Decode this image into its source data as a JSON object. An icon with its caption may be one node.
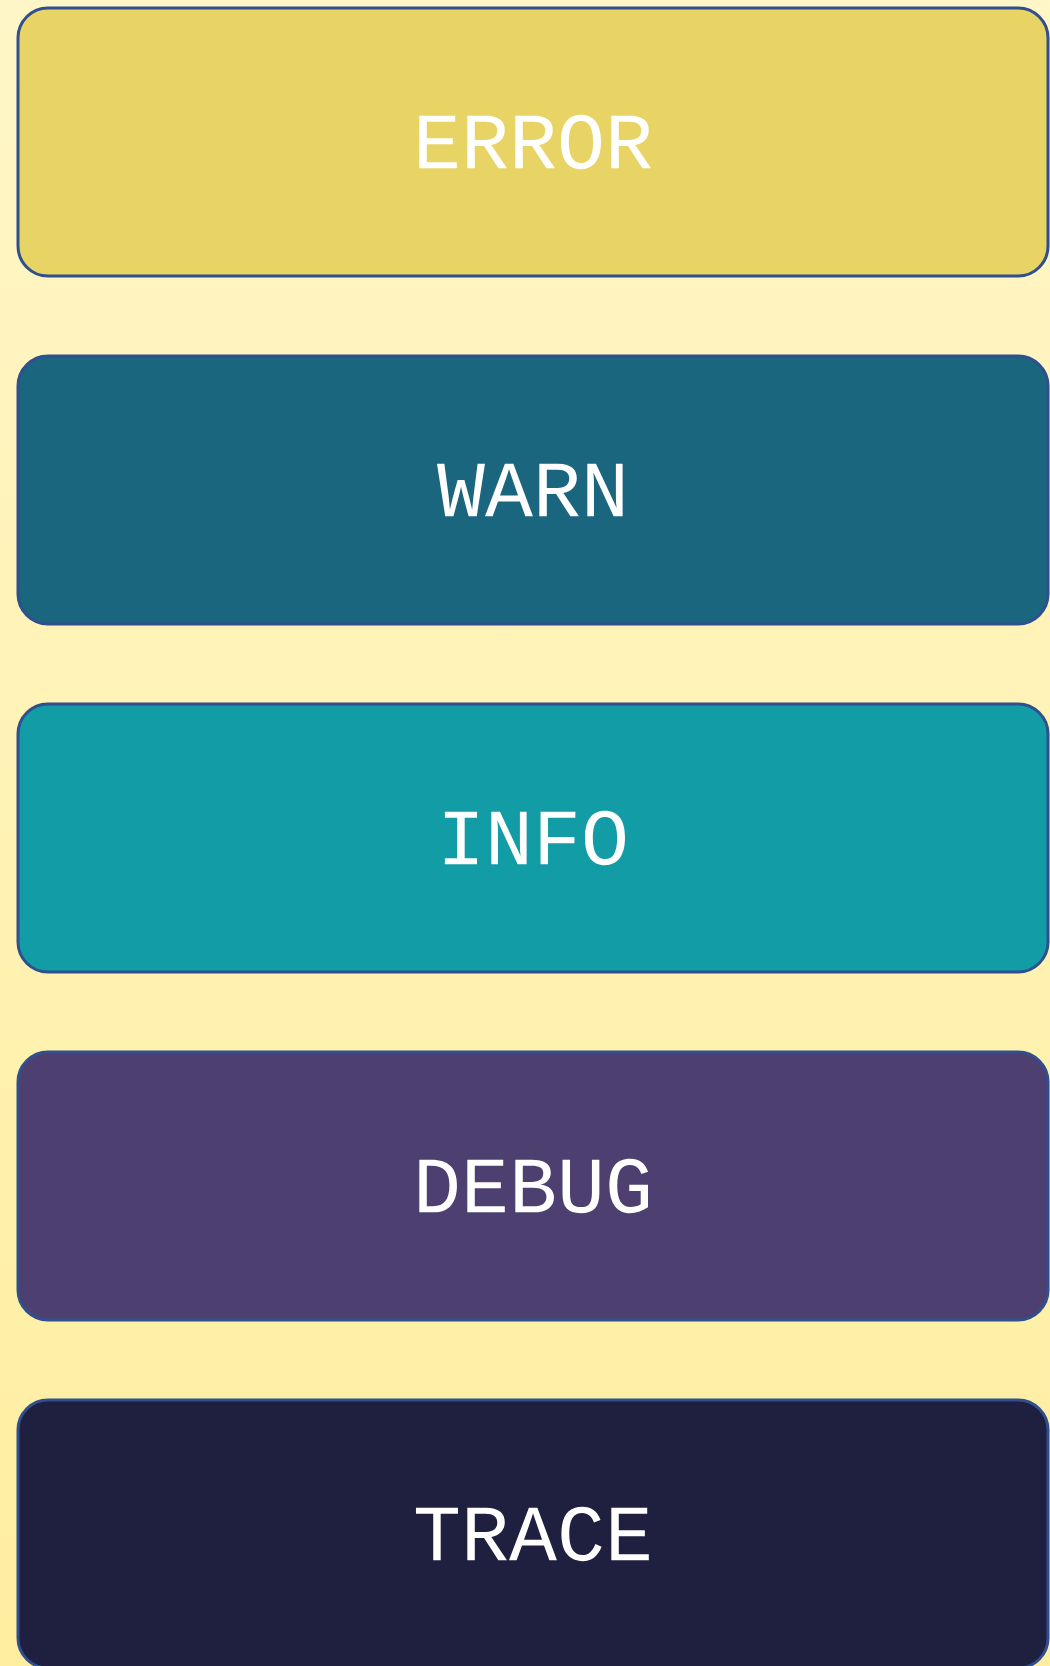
{
  "diagram": {
    "nodes": [
      {
        "text": [
          "ERROR"
        ]
      },
      {
        "text": [
          "WARN"
        ]
      },
      {
        "text": [
          "INFO"
        ]
      },
      {
        "text": [
          "DEBUG"
        ]
      },
      {
        "text": [
          "TRACE"
        ]
      }
    ]
  }
}
